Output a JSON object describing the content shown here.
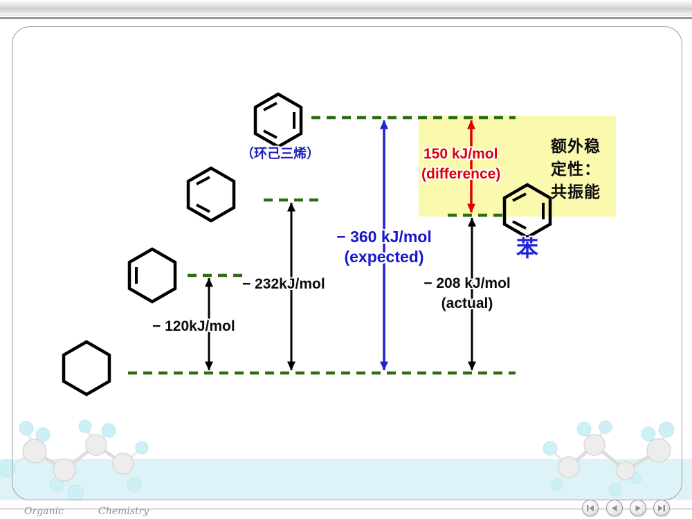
{
  "footer": {
    "brand_left": "Organic",
    "brand_right": "Chemistry",
    "nav_icons": [
      "skip-to-first-icon",
      "previous-icon",
      "next-icon",
      "skip-to-last-icon"
    ]
  },
  "diagram": {
    "molecule_labels": {
      "cyclohexatriene": "（环己三烯）",
      "benzene": "苯"
    },
    "annotations": {
      "difference_value": "150 kJ/mol",
      "difference_caption": "(difference)",
      "stability_line1": "额外稳",
      "stability_line2": "定性：",
      "stability_line3": "共振能",
      "expected_value": "− 360 kJ/mol",
      "expected_caption": "(expected)",
      "diene_value": "− 232kJ/mol",
      "actual_value": "− 208 kJ/mol",
      "actual_caption": "(actual)",
      "ene_value": "− 120kJ/mol"
    },
    "energy_levels_kj_mol": {
      "cyclohexene_hydrogenation": 120,
      "cyclohexadiene_hydrogenation": 232,
      "cyclohexatriene_expected": 360,
      "benzene_actual": 208,
      "resonance_energy_difference": 150
    },
    "colors": {
      "level_line_green": "#2f6b15",
      "expected_arrow_blue": "#2323cc",
      "difference_arrow_red": "#e00000",
      "highlight_box_yellow": "#fbf9ae",
      "value_blue": "#1717cc",
      "value_red": "#e00000"
    }
  }
}
